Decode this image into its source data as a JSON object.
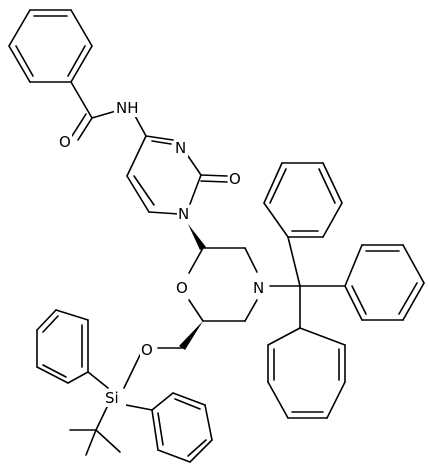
{
  "molecule": {
    "atom_labels": {
      "n_amide": "NH",
      "o_amide": "O",
      "n3": "N",
      "o2": "O",
      "n1": "N",
      "o_ring": "O",
      "n_morph": "N",
      "o_ether": "O",
      "si": "Si"
    }
  }
}
